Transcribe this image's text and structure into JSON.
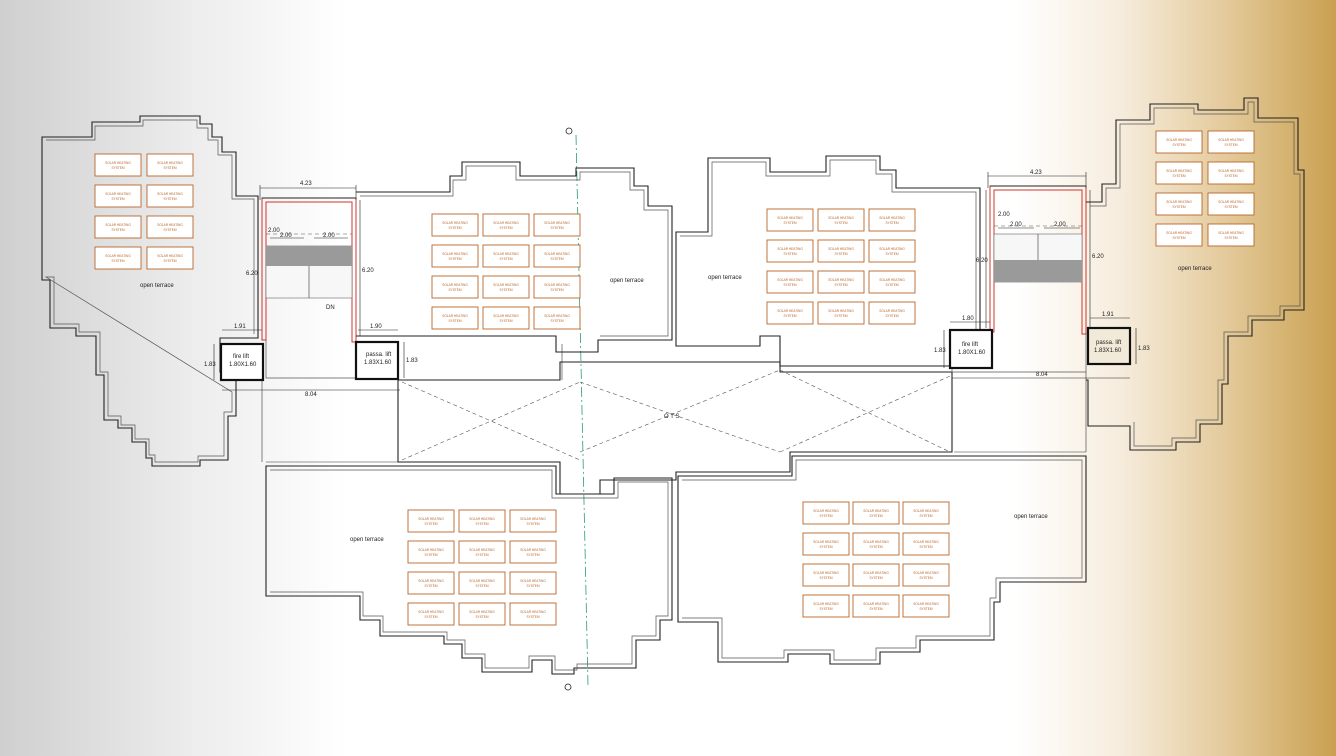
{
  "labels": {
    "open_terrace": "open terrace",
    "solar_line1": "SOLAR HEATING",
    "solar_line2": "SYSTEM",
    "fire_lift": "fire lift",
    "fire_lift_size": "1.80X1.60",
    "pass_lift": "passa. lift",
    "pass_lift_size": "1.83X1.60",
    "ots": "O T S",
    "dn": "DN"
  },
  "dimensions": {
    "width_423": "4.23",
    "width_200": "2.00",
    "height_620": "6.20",
    "width_191": "1.91",
    "width_190": "1.90",
    "width_180": "1.80",
    "height_183": "1.83",
    "width_804": "8.04"
  },
  "colors": {
    "wall": "#222222",
    "panel_stroke": "#b8652b",
    "lift_core": "#d0342c",
    "axis": "#2a9d6a",
    "left_tint": "#cfcfcf",
    "right_tint": "#c9a04f"
  }
}
